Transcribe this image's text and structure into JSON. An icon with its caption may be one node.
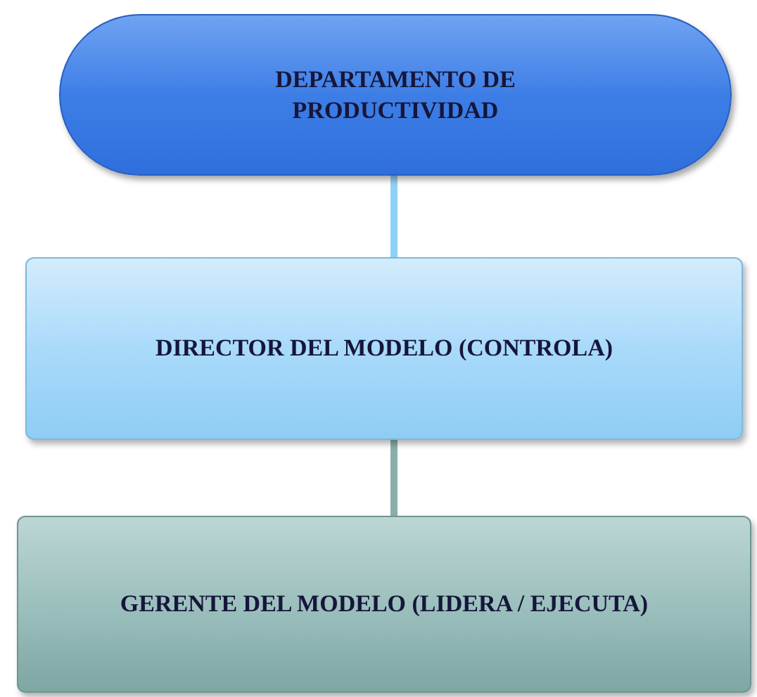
{
  "diagram": {
    "nodes": [
      {
        "text": [
          "DEPARTAMENTO DE PRODUCTIVIDAD"
        ]
      },
      {
        "text": [
          "DIRECTOR DEL MODELO (CONTROLA)"
        ]
      },
      {
        "text": [
          "GERENTE DEL MODELO (LIDERA / EJECUTA)"
        ]
      }
    ],
    "edges": [
      {
        "from": 0,
        "to": 1,
        "arrow": "none",
        "color": "#8fd0f5"
      },
      {
        "from": 1,
        "to": 2,
        "arrow": "none",
        "color": "#8aaeaa"
      }
    ]
  }
}
